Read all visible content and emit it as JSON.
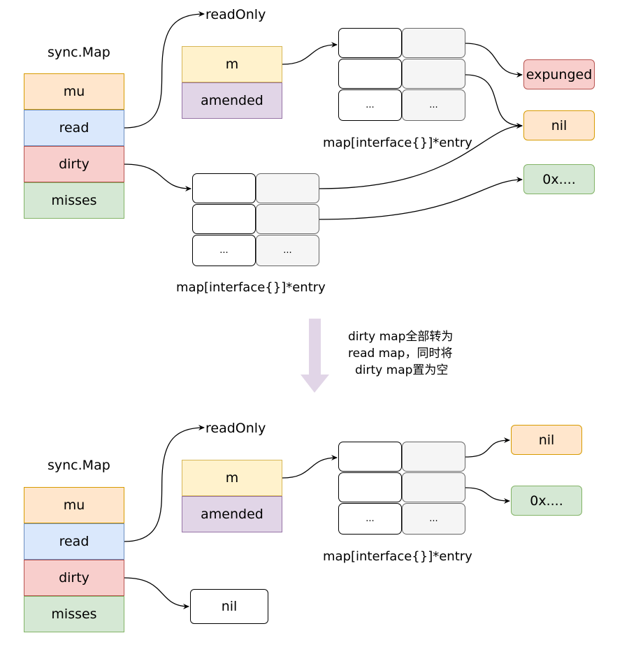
{
  "top": {
    "sync_map_label": "sync.Map",
    "fields": {
      "mu": "mu",
      "read": "read",
      "dirty": "dirty",
      "misses": "misses"
    },
    "readonly_label": "readOnly",
    "readonly_m": "m",
    "readonly_amended": "amended",
    "read_map_ellipsis_key": "...",
    "read_map_ellipsis_val": "...",
    "read_map_caption": "map[interface{}]*entry",
    "dirty_map_ellipsis_key": "...",
    "dirty_map_ellipsis_val": "...",
    "dirty_map_caption": "map[interface{}]*entry",
    "value_expunged": "expunged",
    "value_nil": "nil",
    "value_ptr": "0x...."
  },
  "transition": {
    "line1": "dirty map全部转为",
    "line2": "read map，同时将",
    "line3": "dirty map置为空",
    "arrow_color": "#e1d5e7"
  },
  "bottom": {
    "sync_map_label": "sync.Map",
    "fields": {
      "mu": "mu",
      "read": "read",
      "dirty": "dirty",
      "misses": "misses"
    },
    "readonly_label": "readOnly",
    "readonly_m": "m",
    "readonly_amended": "amended",
    "read_map_ellipsis_key": "...",
    "read_map_ellipsis_val": "...",
    "read_map_caption": "map[interface{}]*entry",
    "value_nil": "nil",
    "value_ptr": "0x....",
    "dirty_value": "nil"
  }
}
